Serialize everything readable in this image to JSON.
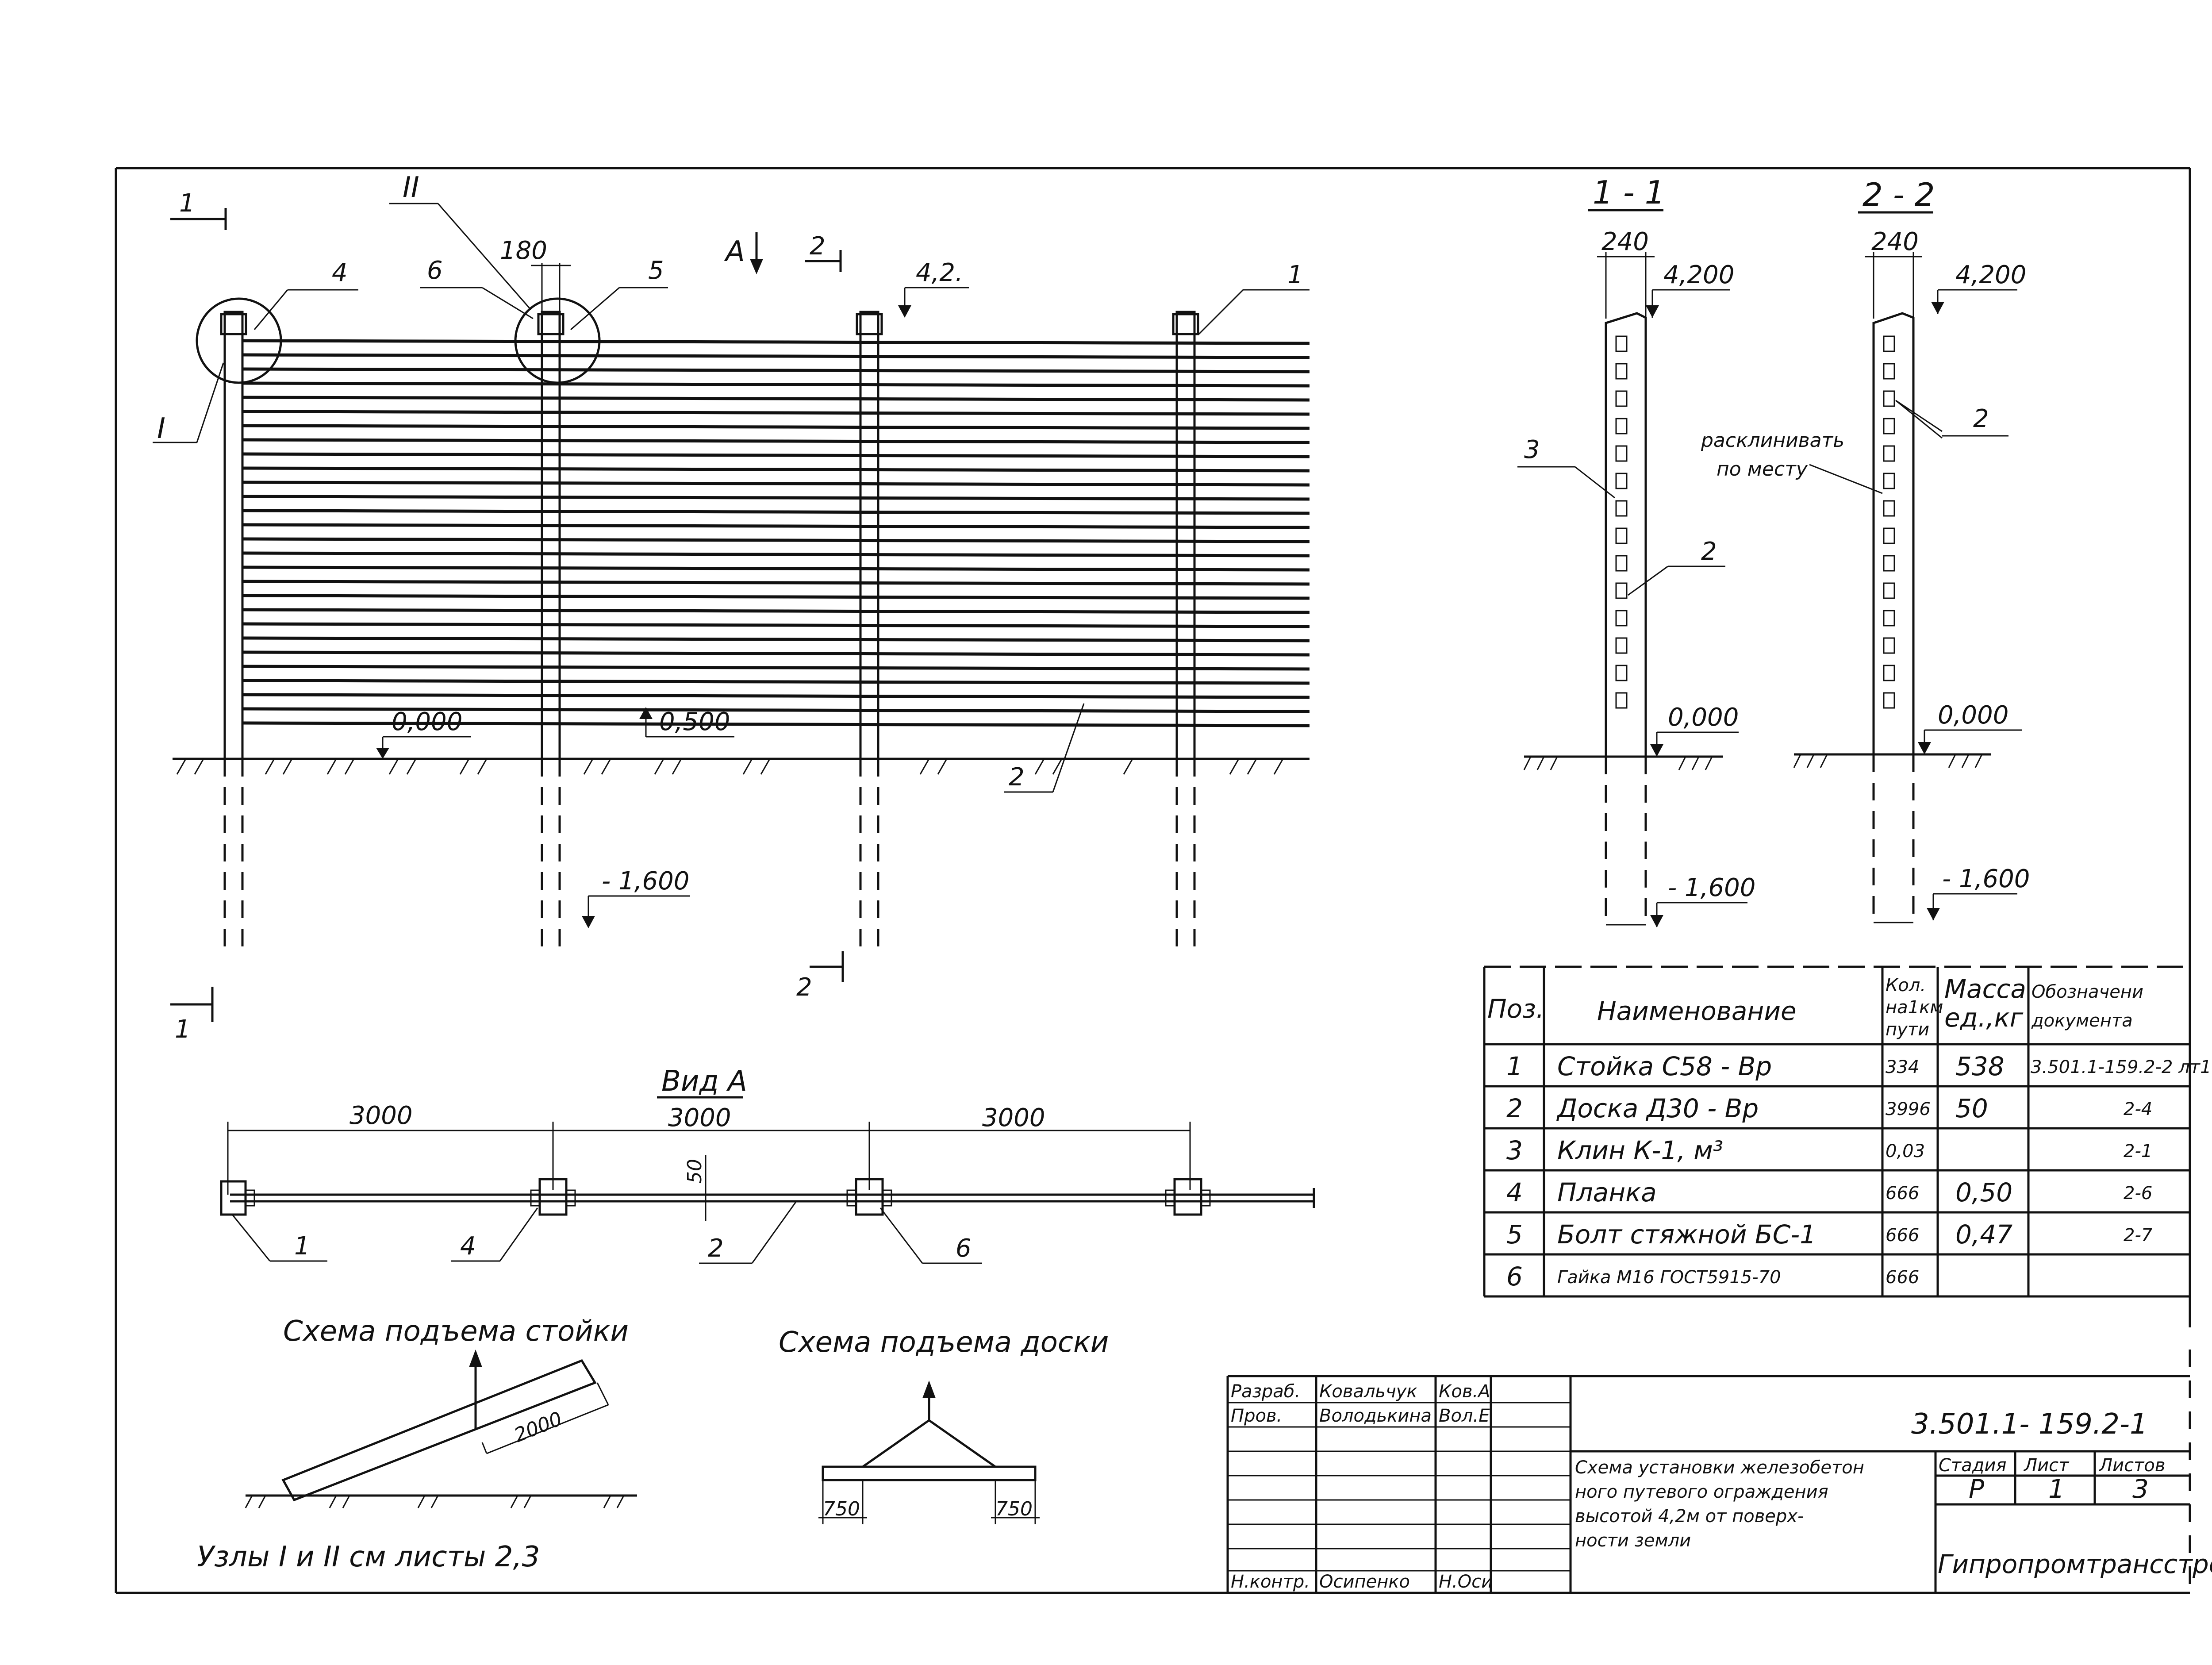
{
  "elevation": {
    "sections": [
      "1",
      "1",
      "2",
      "2"
    ],
    "nodes": [
      "I",
      "II"
    ],
    "dim_post_width": "180",
    "view_marker": "A",
    "positions": [
      "4",
      "6",
      "5",
      "1",
      "2"
    ],
    "marks": {
      "top": "4,2.",
      "ground": "0,000",
      "board": "0,500",
      "bottom": "- 1,600"
    }
  },
  "section_1_1": {
    "title": "1 - 1",
    "width": "240",
    "top": "4,200",
    "ground": "0,000",
    "bottom": "- 1,600",
    "pos_left": "3",
    "pos_right": "2"
  },
  "section_2_2": {
    "title": "2 - 2",
    "width": "240",
    "top": "4,200",
    "ground": "0,000",
    "bottom": "- 1,600",
    "note_line1": "расклинивать",
    "note_line2": "по месту",
    "pos": "2"
  },
  "view_a": {
    "title": "Вид А",
    "spans": [
      "3000",
      "3000",
      "3000"
    ],
    "thickness": "50",
    "positions": [
      "1",
      "4",
      "2",
      "6"
    ]
  },
  "lift_post": {
    "title": "Схема подъема стойки",
    "dim": "2000"
  },
  "lift_board": {
    "title": "Схема подъема доски",
    "dim_left": "750",
    "dim_right": "750"
  },
  "nodes_note": "Узлы I и II см листы 2,3",
  "spec_table": {
    "headers": {
      "pos": "Поз.",
      "name": "Наименование",
      "qty_1": "Кол.",
      "qty_2": "на1км",
      "qty_3": "пути",
      "mass_1": "Масса",
      "mass_2": "ед.,кг",
      "doc_1": "Обозначени",
      "doc_2": "документа"
    },
    "rows": [
      {
        "pos": "1",
        "name": "Стойка С58 - Вр",
        "qty": "334",
        "mass": "538",
        "doc": "3.501.1-159.2-2 лт1"
      },
      {
        "pos": "2",
        "name": "Доска Д30 - Вр",
        "qty": "3996",
        "mass": "50",
        "doc": "2-4"
      },
      {
        "pos": "3",
        "name": "Клин К-1, м³",
        "qty": "0,03",
        "mass": "",
        "doc": "2-1"
      },
      {
        "pos": "4",
        "name": "Планка",
        "qty": "666",
        "mass": "0,50",
        "doc": "2-6"
      },
      {
        "pos": "5",
        "name": "Болт стяжной БС-1",
        "qty": "666",
        "mass": "0,47",
        "doc": "2-7"
      },
      {
        "pos": "6",
        "name": "Гайка М16 ГОСТ5915-70",
        "qty": "666",
        "mass": "",
        "doc": ""
      }
    ]
  },
  "title_block": {
    "roles": [
      {
        "role": "Разраб.",
        "name": "Ковальчук",
        "sign": "Ков.А"
      },
      {
        "role": "Пров.",
        "name": "Володькина",
        "sign": "Вол.Е"
      },
      {
        "role": "Н.контр.",
        "name": "Осипенко",
        "sign": "Н.Оси"
      }
    ],
    "code": "3.501.1- 159.2-1",
    "description": [
      "Схема установки железобетон",
      "ного путевого ограждения",
      "высотой 4,2м от поверх-",
      "ности земли"
    ],
    "stage_label": "Стадия",
    "sheet_label": "Лист",
    "sheets_label": "Листов",
    "stage": "Р",
    "sheet": "1",
    "sheets": "3",
    "org": "Гипропромтрансстрой"
  }
}
